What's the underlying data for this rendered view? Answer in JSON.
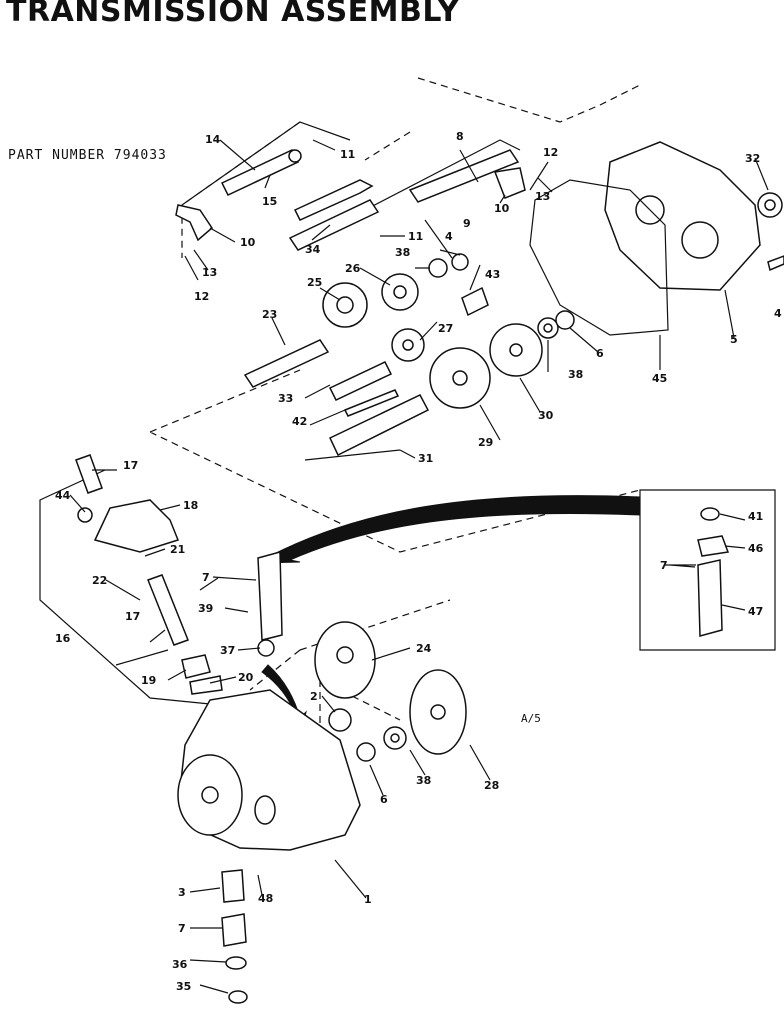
{
  "header": {
    "title": "TRANSMISSION ASSEMBLY"
  },
  "part_number": "PART NUMBER 794033",
  "page_code": "A/5",
  "callouts": [
    "1",
    "2",
    "3",
    "4",
    "4",
    "5",
    "6",
    "6",
    "7",
    "7",
    "7",
    "8",
    "9",
    "10",
    "10",
    "11",
    "11",
    "12",
    "12",
    "13",
    "13",
    "14",
    "15",
    "16",
    "17",
    "17",
    "18",
    "19",
    "20",
    "21",
    "22",
    "23",
    "24",
    "25",
    "26",
    "27",
    "28",
    "29",
    "30",
    "31",
    "32",
    "33",
    "34",
    "35",
    "36",
    "37",
    "38",
    "38",
    "38",
    "39",
    "41",
    "42",
    "43",
    "44",
    "45",
    "46",
    "47",
    "48"
  ]
}
